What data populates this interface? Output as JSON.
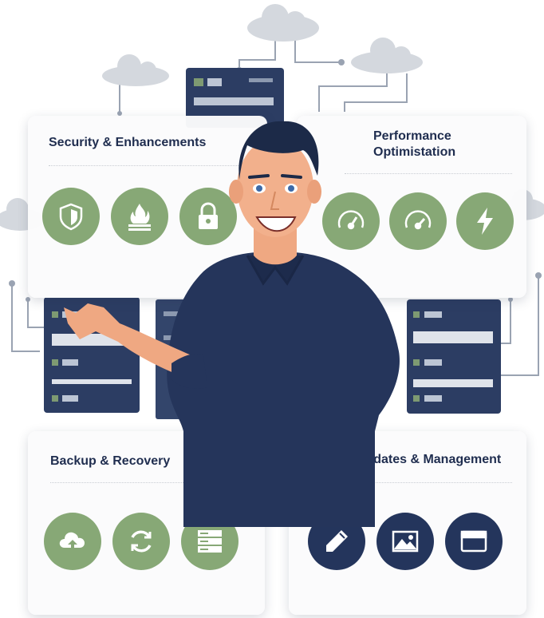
{
  "cards": {
    "security": {
      "title": "Security & Enhancements",
      "icons": [
        "shield-icon",
        "firewall-icon",
        "lock-icon"
      ]
    },
    "performance": {
      "title_line1": "Performance",
      "title_line2": "Optimistation",
      "icons": [
        "speedometer-icon",
        "speedometer-icon",
        "lightning-icon"
      ]
    },
    "backup": {
      "title": "Backup & Recovery",
      "icons": [
        "cloud-upload-icon",
        "sync-icon",
        "server-icon"
      ]
    },
    "content": {
      "title": "Content Updates & Management",
      "icons": [
        "pencil-icon",
        "image-icon",
        "browser-window-icon"
      ]
    }
  },
  "colors": {
    "navy": "#24355c",
    "green": "#87a876",
    "title": "#1f2d4f",
    "cloud": "#d4d8de",
    "line": "#9aa3b2"
  }
}
